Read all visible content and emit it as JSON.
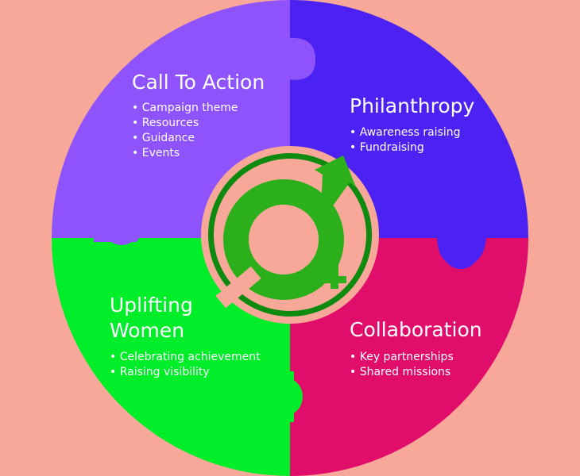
{
  "quadrants": [
    {
      "id": "call-to-action",
      "title": "Call To Action",
      "color": "#8f53fb",
      "bullets": [
        "Campaign theme",
        "Resources",
        "Guidance",
        "Events"
      ]
    },
    {
      "id": "philanthropy",
      "title": "Philanthropy",
      "color": "#4b22f2",
      "bullets": [
        "Awareness raising",
        "Fundraising"
      ]
    },
    {
      "id": "uplifting-women",
      "title": "Uplifting Women",
      "color": "#00ee2a",
      "bullets": [
        "Celebrating achievement",
        "Raising visibility"
      ]
    },
    {
      "id": "collaboration",
      "title": "Collaboration",
      "color": "#e10d6b",
      "bullets": [
        "Key partnerships",
        "Shared missions"
      ]
    }
  ],
  "center": {
    "icon": "gender-equality-symbol-icon",
    "ring_color": "#2bb01b",
    "disc_color": "#0e8a10",
    "background": "#f7a898"
  }
}
